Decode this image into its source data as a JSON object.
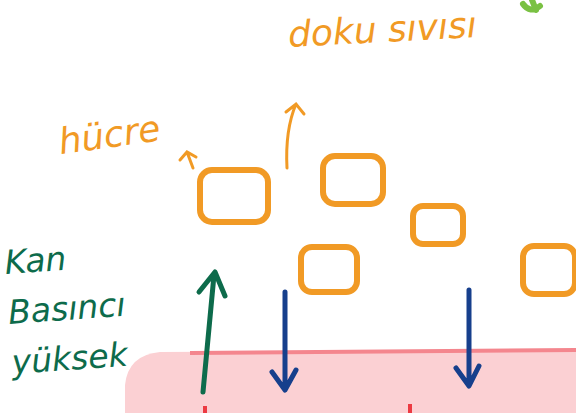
{
  "diagram": {
    "labels": [
      "doku sıvısı",
      "hücre",
      "Kan Basıncı yüksek"
    ]
  }
}
